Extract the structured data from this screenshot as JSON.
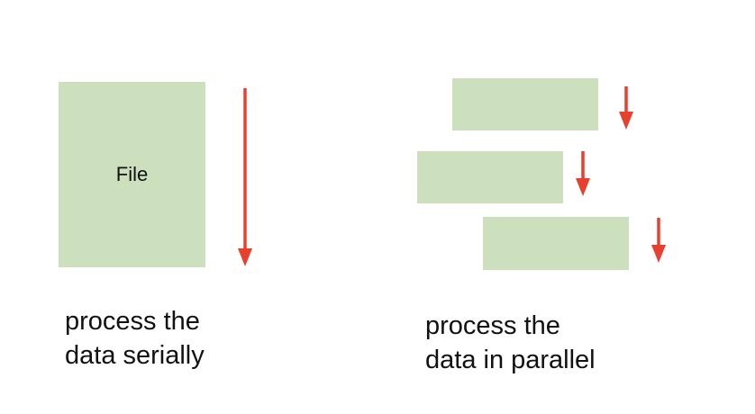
{
  "serial": {
    "block_label": "File",
    "caption_line1": "process the",
    "caption_line2": "data serially"
  },
  "parallel": {
    "caption_line1": "process the",
    "caption_line2": "data in parallel"
  },
  "colors": {
    "block_fill": "#cde0bd",
    "arrow": "#e8402f",
    "text": "#111111"
  }
}
